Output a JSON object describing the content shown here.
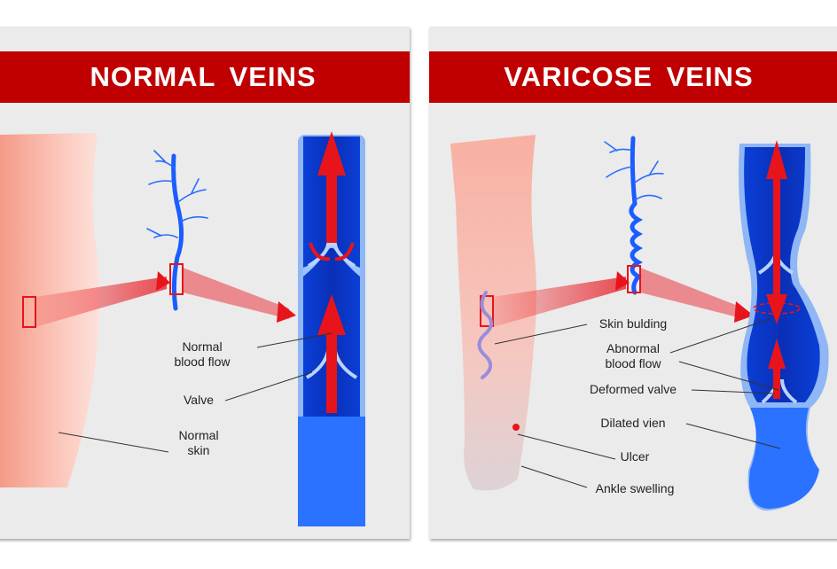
{
  "left_panel": {
    "title": "NORMAL VEINS",
    "labels": {
      "flow_line1": "Normal",
      "flow_line2": "blood flow",
      "valve": "Valve",
      "skin_line1": "Normal",
      "skin_line2": "skin"
    }
  },
  "right_panel": {
    "title": "VARICOSE VEINS",
    "labels": {
      "skin_bulding": "Skin bulding",
      "abnormal_line1": "Abnormal",
      "abnormal_line2": "blood flow",
      "deformed_valve": "Deformed valve",
      "dilated_vien": "Dilated vien",
      "ulcer": "Ulcer",
      "ankle_swelling": "Ankle swelling"
    }
  },
  "colors": {
    "banner": "#c00000",
    "vein_blue": "#1a5cff",
    "arrow_red": "#e8141c",
    "skin_pink": "#f7a08f"
  }
}
